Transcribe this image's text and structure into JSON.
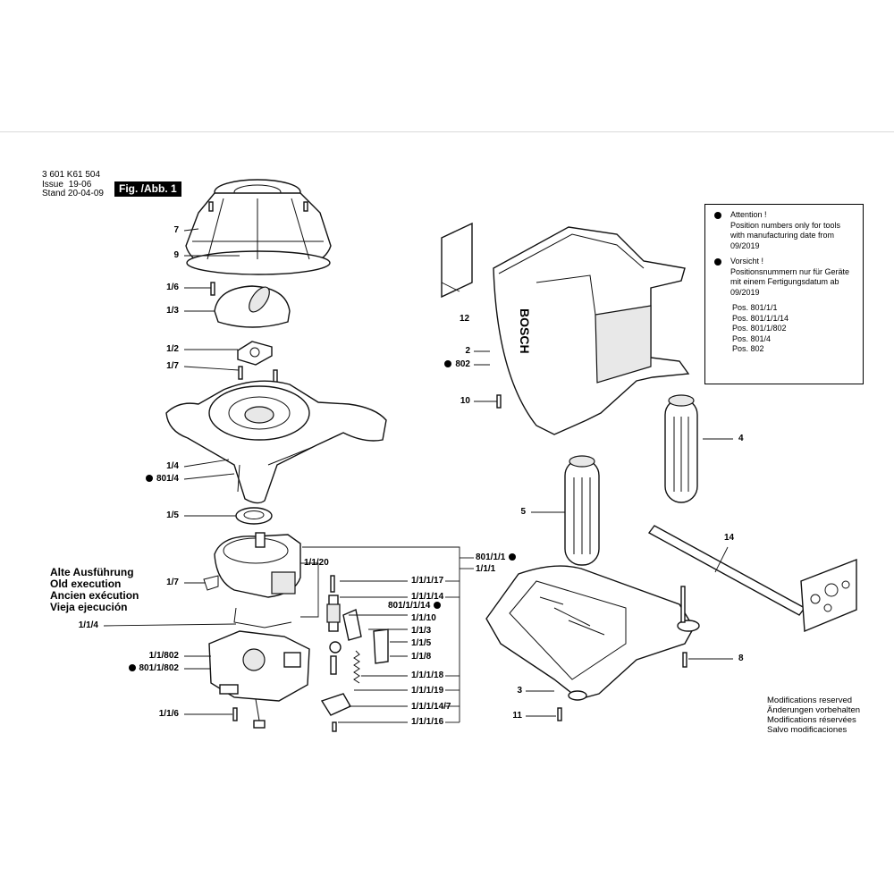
{
  "header": {
    "part_number": "3 601 K61 504",
    "issue_label": "Issue",
    "issue_value": "19-06",
    "stand_label": "Stand",
    "stand_value": "20-04-09",
    "figure": "Fig. /Abb. 1"
  },
  "labels": {
    "l7": "7",
    "l9": "9",
    "l1_6a": "1/6",
    "l1_3": "1/3",
    "l1_2": "1/2",
    "l1_7a": "1/7",
    "l1_4": "1/4",
    "l801_4": "801/4",
    "l1_5": "1/5",
    "l1_1_20": "1/1/20",
    "l1_7b": "1/7",
    "l1_1_4": "1/1/4",
    "l1_1_802": "1/1/802",
    "l801_1_802": "801/1/802",
    "l1_6b": "1/1/6",
    "l12": "12",
    "l2": "2",
    "l802": "802",
    "l10": "10",
    "l4": "4",
    "l5": "5",
    "l14": "14",
    "l8": "8",
    "l3": "3",
    "l11": "11",
    "l801_1": "801/1/1",
    "l1_1": "1/1/1",
    "l1_1_17": "1/1/1/17",
    "l1_1_14": "1/1/1/14",
    "l801_1_14": "801/1/1/14",
    "l1_10": "1/1/10",
    "l1_1_3": "1/1/3",
    "l1_1_5": "1/1/5",
    "l1_1_8": "1/1/8",
    "l1_1_18": "1/1/1/18",
    "l1_1_19": "1/1/1/19",
    "l1_1_14_7": "1/1/1/14/7",
    "l1_1_16": "1/1/1/16"
  },
  "old_execution": [
    "Alte Ausführung",
    "Old execution",
    "Ancien exécution",
    "Vieja ejecución"
  ],
  "note": {
    "attention_title": "Attention !",
    "attention_text": "Position numbers only for tools with manufacturing date from 09/2019",
    "vorsicht_title": "Vorsicht !",
    "vorsicht_text": "Positionsnummern nur für Geräte mit einem Fertigungsdatum ab 09/2019",
    "positions": [
      "Pos. 801/1/1",
      "Pos. 801/1/1/14",
      "Pos. 801/1/802",
      "Pos. 801/4",
      "Pos. 802"
    ]
  },
  "modifications": [
    "Modifications reserved",
    "Änderungen vorbehalten",
    "Modifications réservées",
    "Salvo modificaciones"
  ],
  "housing_brand": "BOSCH"
}
